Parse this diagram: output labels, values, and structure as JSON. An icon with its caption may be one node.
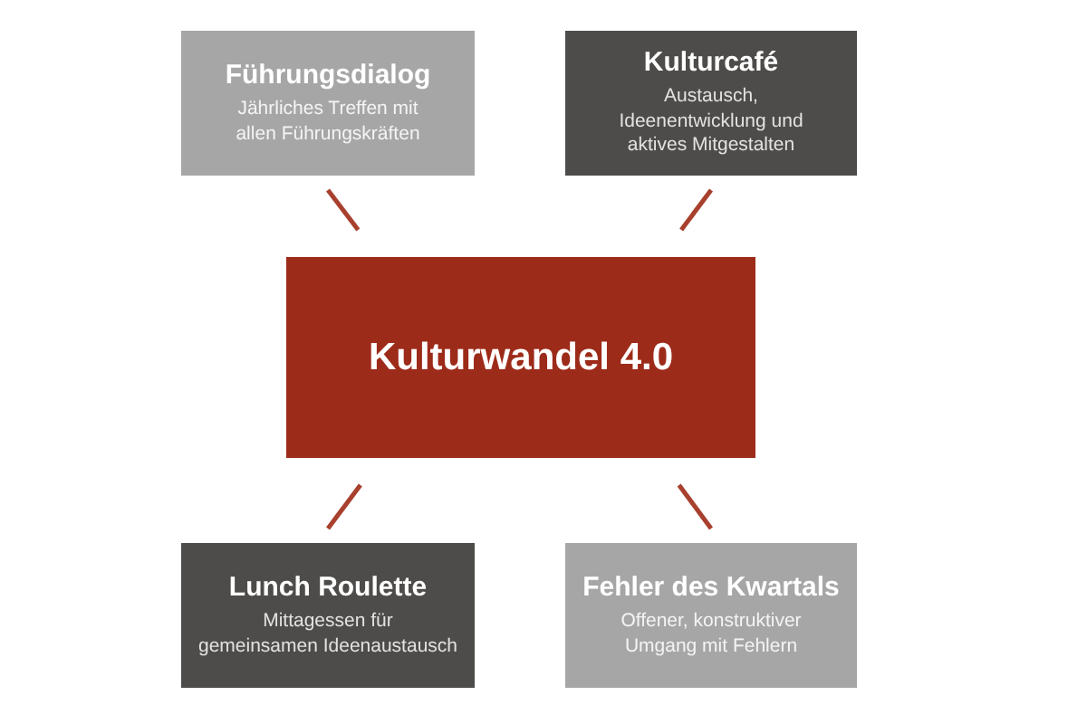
{
  "diagram": {
    "nodes": [
      {
        "text": [
          "Führungsdialog",
          "Jährliches Treffen mit allen Führungskräften"
        ]
      },
      {
        "text": [
          "Kulturcafé",
          "Austausch, Ideenentwicklung und aktives Mitgestalten"
        ]
      },
      {
        "text": [
          "Kulturwandel 4.0"
        ]
      },
      {
        "text": [
          "Lunch Roulette",
          "Mittagessen für gemeinsamen Ideenaustausch"
        ]
      },
      {
        "text": [
          "Fehler des Kwartals",
          "Offener, konstruktiver Umgang mit Fehlern"
        ]
      }
    ],
    "edges": [
      {
        "from": 2,
        "to": 0,
        "arrow": "none"
      },
      {
        "from": 2,
        "to": 1,
        "arrow": "none"
      },
      {
        "from": 2,
        "to": 3,
        "arrow": "none"
      },
      {
        "from": 2,
        "to": 4,
        "arrow": "none"
      }
    ]
  }
}
